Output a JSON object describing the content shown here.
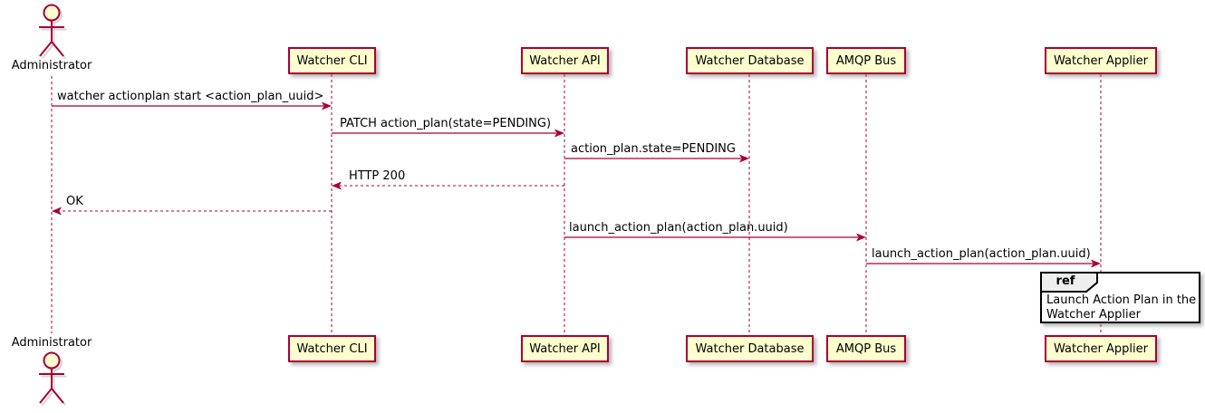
{
  "diagram_type": "uml-sequence",
  "colors": {
    "accent": "#A80036",
    "participant_fill": "#FEFECE",
    "lifeline": "#A80036",
    "ref_tab_fill": "#EEEEEE",
    "ref_border": "#000000",
    "text": "#000000"
  },
  "actor": {
    "label": "Administrator"
  },
  "participants": [
    {
      "label": "Watcher CLI"
    },
    {
      "label": "Watcher API"
    },
    {
      "label": "Watcher Database"
    },
    {
      "label": "AMQP Bus"
    },
    {
      "label": "Watcher Applier"
    }
  ],
  "messages": [
    {
      "label": "watcher actionplan start <action_plan_uuid>",
      "from": "Administrator",
      "to": "Watcher CLI",
      "line": "solid"
    },
    {
      "label": "PATCH action_plan(state=PENDING)",
      "from": "Watcher CLI",
      "to": "Watcher API",
      "line": "solid"
    },
    {
      "label": "action_plan.state=PENDING",
      "from": "Watcher API",
      "to": "Watcher Database",
      "line": "solid"
    },
    {
      "label": "HTTP 200",
      "from": "Watcher API",
      "to": "Watcher CLI",
      "line": "dashed"
    },
    {
      "label": "OK",
      "from": "Watcher CLI",
      "to": "Administrator",
      "line": "dashed"
    },
    {
      "label": "launch_action_plan(action_plan.uuid)",
      "from": "Watcher API",
      "to": "AMQP Bus",
      "line": "solid"
    },
    {
      "label": "launch_action_plan(action_plan.uuid)",
      "from": "AMQP Bus",
      "to": "Watcher Applier",
      "line": "solid"
    }
  ],
  "ref": {
    "keyword": "ref",
    "line1": "Launch Action Plan in the",
    "line2": "Watcher Applier"
  }
}
